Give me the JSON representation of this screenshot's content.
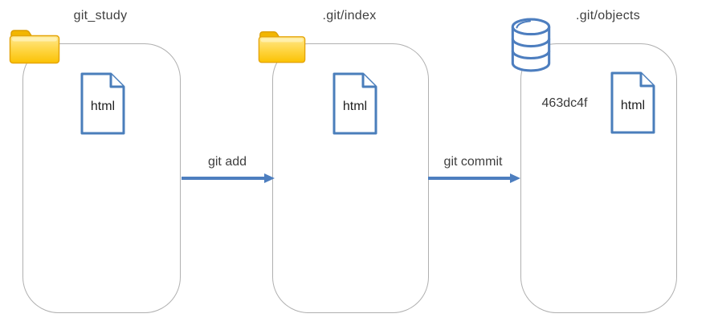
{
  "diagram": {
    "containers": [
      {
        "label": "git_study",
        "icon": "folder-icon"
      },
      {
        "label": ".git/index",
        "icon": "folder-icon"
      },
      {
        "label": ".git/objects",
        "icon": "database-icon"
      }
    ],
    "files": [
      {
        "label": "html"
      },
      {
        "label": "html"
      },
      {
        "label": "html"
      }
    ],
    "object_hash": "463dc4f",
    "arrows": [
      {
        "label": "git add"
      },
      {
        "label": "git commit"
      }
    ],
    "icons": {
      "folder": "folder-icon",
      "database": "database-icon",
      "document": "document-icon"
    },
    "colors": {
      "accent_blue": "#4d7ebf",
      "folder_yellow": "#fbc203",
      "box_border": "#b0b0b0",
      "text_dark": "#3f3f3f"
    }
  }
}
